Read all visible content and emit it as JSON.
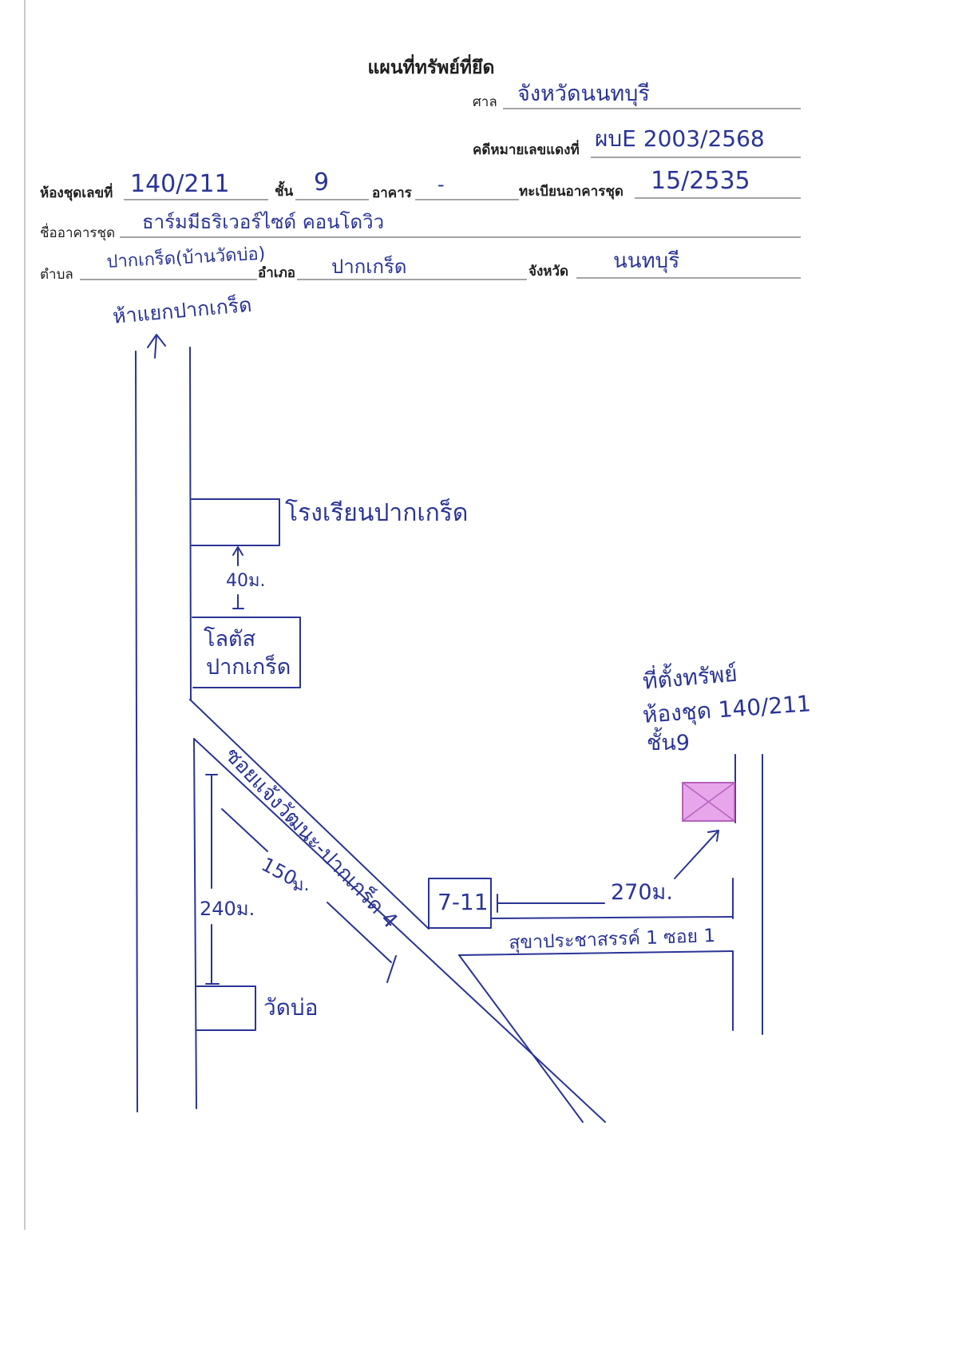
{
  "document": {
    "title": "แผนที่ทรัพย์ที่ยึด"
  },
  "form": {
    "court": {
      "label": "ศาล",
      "value": "จังหวัดนนทบุรี"
    },
    "red_case_no": {
      "label": "คดีหมายเลขแดงที่",
      "value": "ผบE 2003/2568"
    },
    "unit_no": {
      "label": "ห้องชุดเลขที่",
      "value": "140/211"
    },
    "floor": {
      "label": "ชั้น",
      "value": "9"
    },
    "building": {
      "label": "อาคาร",
      "value": "-"
    },
    "condo_registration": {
      "label": "ทะเบียนอาคารชุด",
      "value": "15/2535"
    },
    "condo_name": {
      "label": "ชื่ออาคารชุด",
      "value": "ธาร์มมีธริเวอร์ไซด์ คอนโดวิว"
    },
    "subdistrict": {
      "label": "ตำบล",
      "value": "ปากเกร็ด(บ้านวัดบ่อ)"
    },
    "district": {
      "label": "อำเภอ",
      "value": "ปากเกร็ด"
    },
    "province": {
      "label": "จังหวัด",
      "value": "นนทบุรี"
    }
  },
  "map": {
    "north_landmark": "ห้าแยกปากเกร็ด",
    "school": "โรงเรียนปากเกร็ด",
    "school_lotus_distance": "40ม.",
    "lotus": [
      "โลตัส",
      "ปากเกร็ด"
    ],
    "soi_road": "ซอยแจ้งวัฒนะ-ปากเกร็ด 4",
    "soi_distance": {
      "value": "150",
      "unit": "ม."
    },
    "wat_distance": "240ม.",
    "wat": "วัดบ่อ",
    "store": "7-11",
    "store_property_distance": "270ม.",
    "side_road": "สุขาประชาสรรค์ 1 ซอย 1",
    "property_label": [
      "ที่ตั้งทรัพย์",
      "ห้องชุด 140/211",
      "ชั้น9"
    ]
  },
  "colors": {
    "ink": "#2a3496",
    "print": "#1e1e1e",
    "property_fill": "#e7a6ea",
    "property_stroke": "#b562bd",
    "page": "#ffffff",
    "margin_line": "#b8b8b8"
  }
}
